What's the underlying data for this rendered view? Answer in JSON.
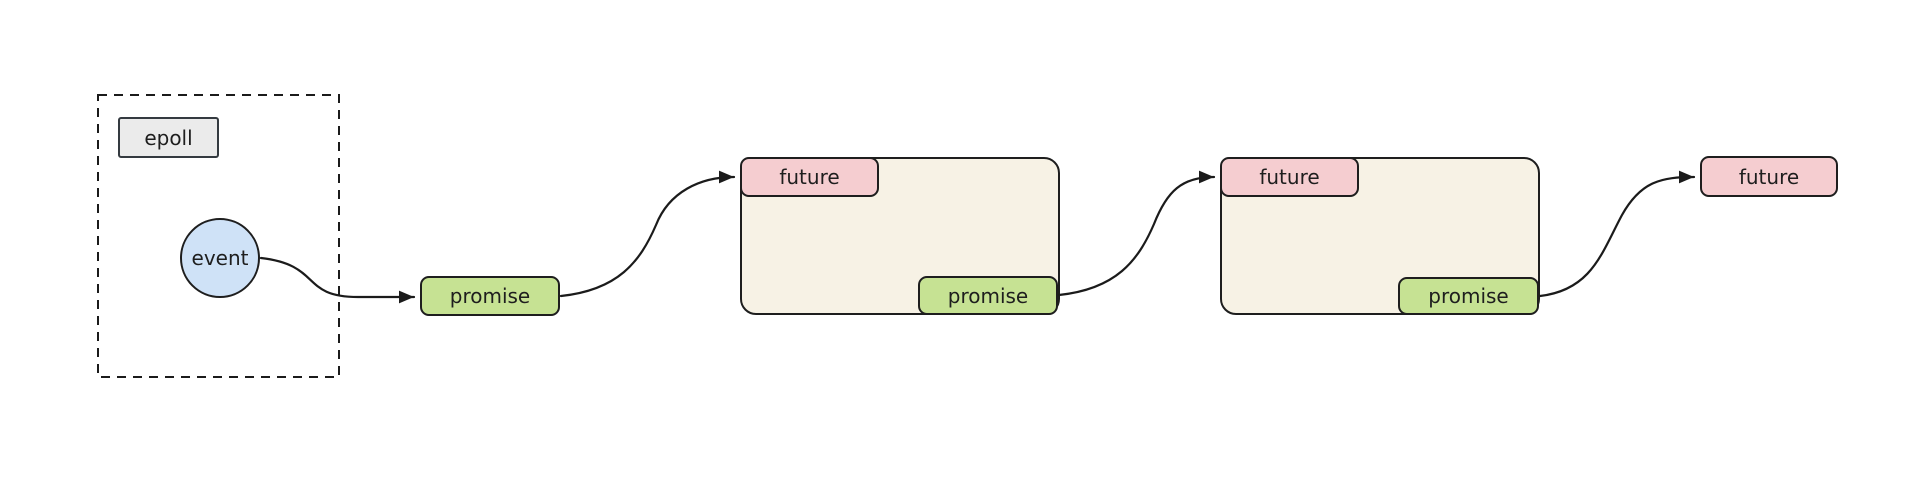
{
  "colors": {
    "background": "#ffffff",
    "stroke": "#1e1e1e",
    "epoll_fill": "#ebebeb",
    "event_fill": "#cfe2f7",
    "promise_fill": "#c6e293",
    "future_fill": "#f5cdd0",
    "container_fill": "#f7f2e5"
  },
  "nodes": {
    "epoll": {
      "label": "epoll"
    },
    "event": {
      "label": "event"
    },
    "promises": [
      {
        "label": "promise"
      },
      {
        "label": "promise"
      },
      {
        "label": "promise"
      }
    ],
    "futures": [
      {
        "label": "future"
      },
      {
        "label": "future"
      },
      {
        "label": "future"
      }
    ]
  },
  "edges": [
    {
      "from": "event",
      "to": "promise-1"
    },
    {
      "from": "promise-1",
      "to": "future-1"
    },
    {
      "from": "promise-2",
      "to": "future-2"
    },
    {
      "from": "promise-3",
      "to": "future-3"
    }
  ]
}
